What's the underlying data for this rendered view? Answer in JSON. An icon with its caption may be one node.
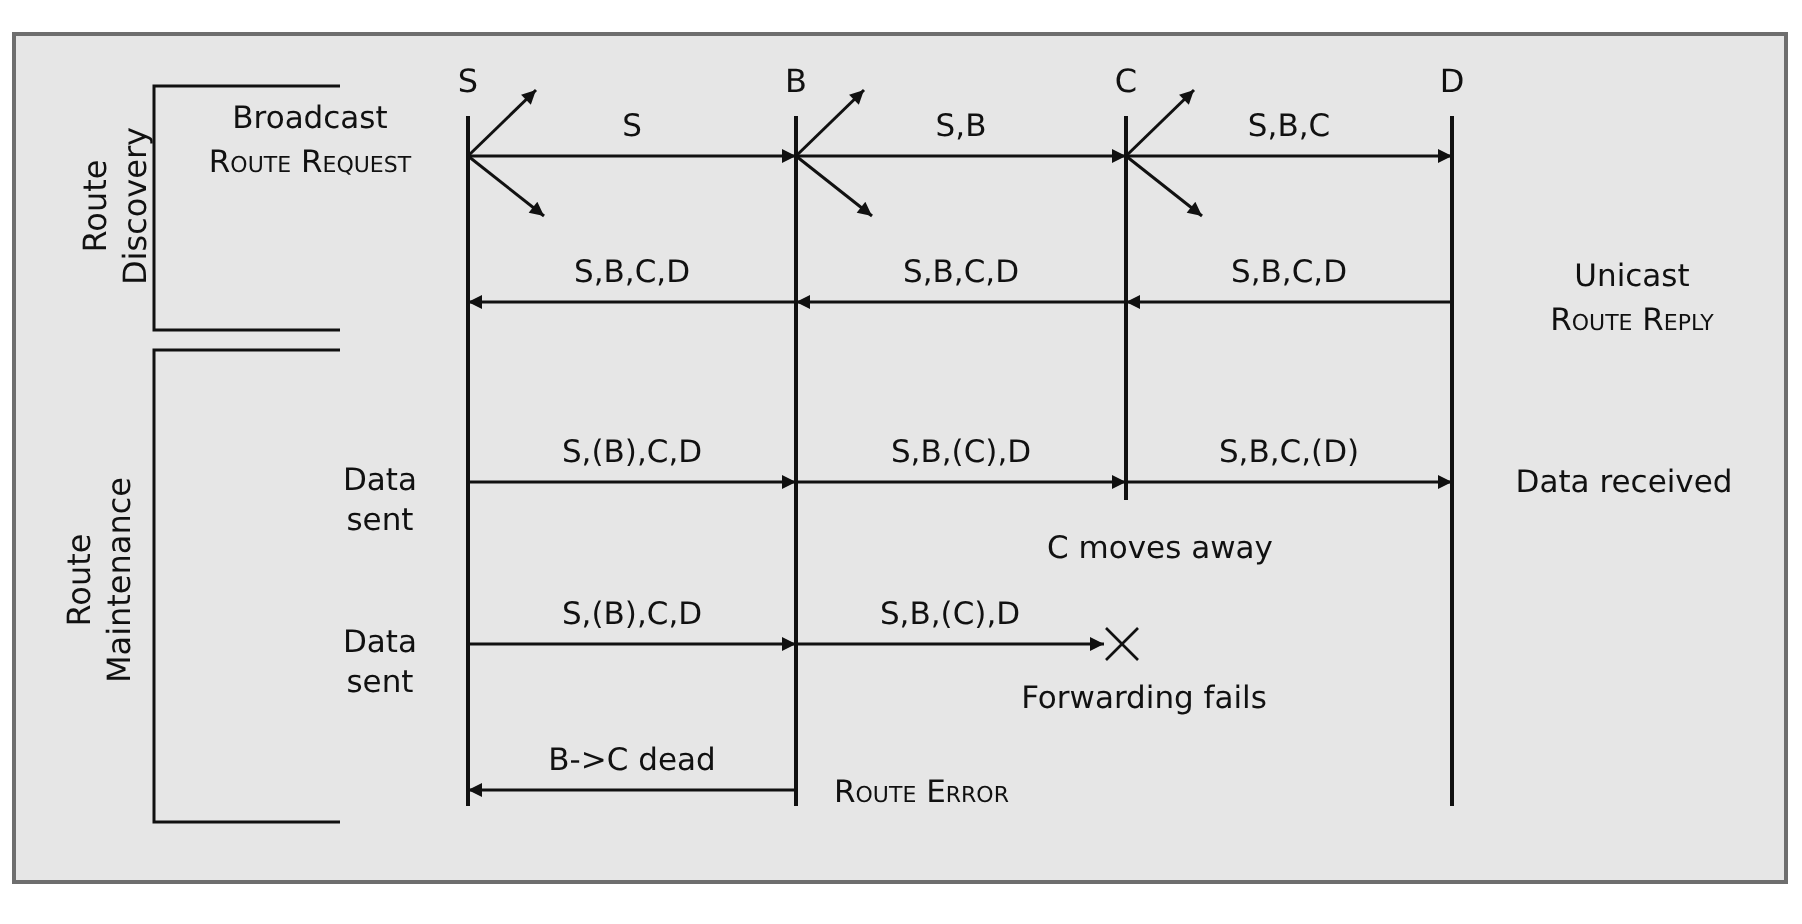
{
  "diagram": {
    "nodes": [
      {
        "text": [
          "S"
        ]
      },
      {
        "text": [
          "B"
        ]
      },
      {
        "text": [
          "C"
        ]
      },
      {
        "text": [
          "D"
        ]
      },
      {
        "text": [],
        "shape": "cross",
        "beside": [
          "Forwarding fails"
        ]
      }
    ],
    "edges": [
      {
        "from": 0,
        "to": 1,
        "arrow": "to",
        "label": "S"
      },
      {
        "from": 1,
        "to": 2,
        "arrow": "to",
        "label": "S,B"
      },
      {
        "from": 2,
        "to": 3,
        "arrow": "to",
        "label": "S,B,C"
      },
      {
        "from": 3,
        "to": 2,
        "arrow": "to",
        "label": "S,B,C,D"
      },
      {
        "from": 2,
        "to": 1,
        "arrow": "to",
        "label": "S,B,C,D"
      },
      {
        "from": 1,
        "to": 0,
        "arrow": "to",
        "label": "S,B,C,D"
      },
      {
        "from": 0,
        "to": 1,
        "arrow": "to",
        "label": "S,(B),C,D"
      },
      {
        "from": 1,
        "to": 2,
        "arrow": "to",
        "label": "S,B,(C),D"
      },
      {
        "from": 2,
        "to": 3,
        "arrow": "to",
        "label": "S,B,C,(D)"
      },
      {
        "from": 0,
        "to": 1,
        "arrow": "to",
        "label": "S,(B),C,D"
      },
      {
        "from": 1,
        "to": 4,
        "arrow": "to",
        "label": "S,B,(C),D"
      },
      {
        "from": 1,
        "to": 0,
        "arrow": "to",
        "label": "B->C dead"
      },
      {
        "from": 0,
        "to": null,
        "arrow": "to"
      },
      {
        "from": 0,
        "to": null,
        "arrow": "to"
      },
      {
        "from": 1,
        "to": null,
        "arrow": "to"
      },
      {
        "from": 1,
        "to": null,
        "arrow": "to"
      },
      {
        "from": 2,
        "to": null,
        "arrow": "to"
      },
      {
        "from": 2,
        "to": null,
        "arrow": "to"
      }
    ],
    "labels": [
      "Route Discovery",
      "Broadcast",
      "Route Request",
      "Unicast",
      "Route Reply",
      "Route Maintenance",
      "Data sent",
      "Data received",
      "C moves away",
      "Data sent",
      "Route Error"
    ]
  }
}
